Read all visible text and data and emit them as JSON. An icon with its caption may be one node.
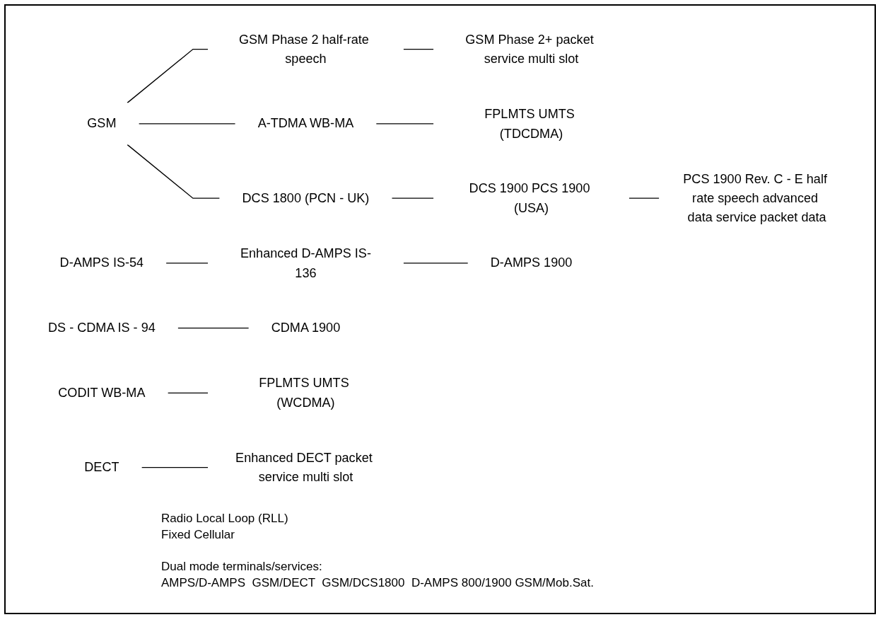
{
  "diagram": {
    "nodes": [
      {
        "text": [
          "GSM"
        ]
      },
      {
        "text": [
          "GSM Phase 2 half-rate speech"
        ]
      },
      {
        "text": [
          "GSM Phase 2+ packet service multi slot"
        ]
      },
      {
        "text": [
          "A-TDMA WB-MA"
        ]
      },
      {
        "text": [
          "FPLMTS UMTS (TDCDMA)"
        ]
      },
      {
        "text": [
          "DCS 1800 (PCN - UK)"
        ]
      },
      {
        "text": [
          "DCS 1900 PCS 1900 (USA)"
        ]
      },
      {
        "text": [
          "PCS 1900 Rev. C - E half rate speech advanced data service packet data"
        ]
      },
      {
        "text": [
          "D-AMPS IS-54"
        ]
      },
      {
        "text": [
          "Enhanced D-AMPS IS-136"
        ]
      },
      {
        "text": [
          "D-AMPS 1900"
        ]
      },
      {
        "text": [
          "DS - CDMA IS - 94"
        ]
      },
      {
        "text": [
          "CDMA 1900"
        ]
      },
      {
        "text": [
          "CODIT WB-MA"
        ]
      },
      {
        "text": [
          "FPLMTS UMTS (WCDMA)"
        ]
      },
      {
        "text": [
          "DECT"
        ]
      },
      {
        "text": [
          "Enhanced DECT packet service multi slot"
        ]
      }
    ],
    "edges": [
      {
        "from": 0,
        "to": 1,
        "arrow": "none"
      },
      {
        "from": 0,
        "to": 3,
        "arrow": "none"
      },
      {
        "from": 0,
        "to": 5,
        "arrow": "none"
      },
      {
        "from": 1,
        "to": 2,
        "arrow": "none"
      },
      {
        "from": 3,
        "to": 4,
        "arrow": "none"
      },
      {
        "from": 5,
        "to": 6,
        "arrow": "none"
      },
      {
        "from": 6,
        "to": 7,
        "arrow": "none"
      },
      {
        "from": 8,
        "to": 9,
        "arrow": "none"
      },
      {
        "from": 9,
        "to": 10,
        "arrow": "none"
      },
      {
        "from": 11,
        "to": 12,
        "arrow": "none"
      },
      {
        "from": 13,
        "to": 14,
        "arrow": "none"
      },
      {
        "from": 15,
        "to": 16,
        "arrow": "none"
      }
    ],
    "labels": [
      "Radio Local Loop (RLL)",
      "Fixed Cellular",
      "Dual mode terminals/services:",
      "AMPS/D-AMPS  GSM/DECT  GSM/DCS1800  D-AMPS 800/1900 GSM/Mob.Sat."
    ]
  }
}
